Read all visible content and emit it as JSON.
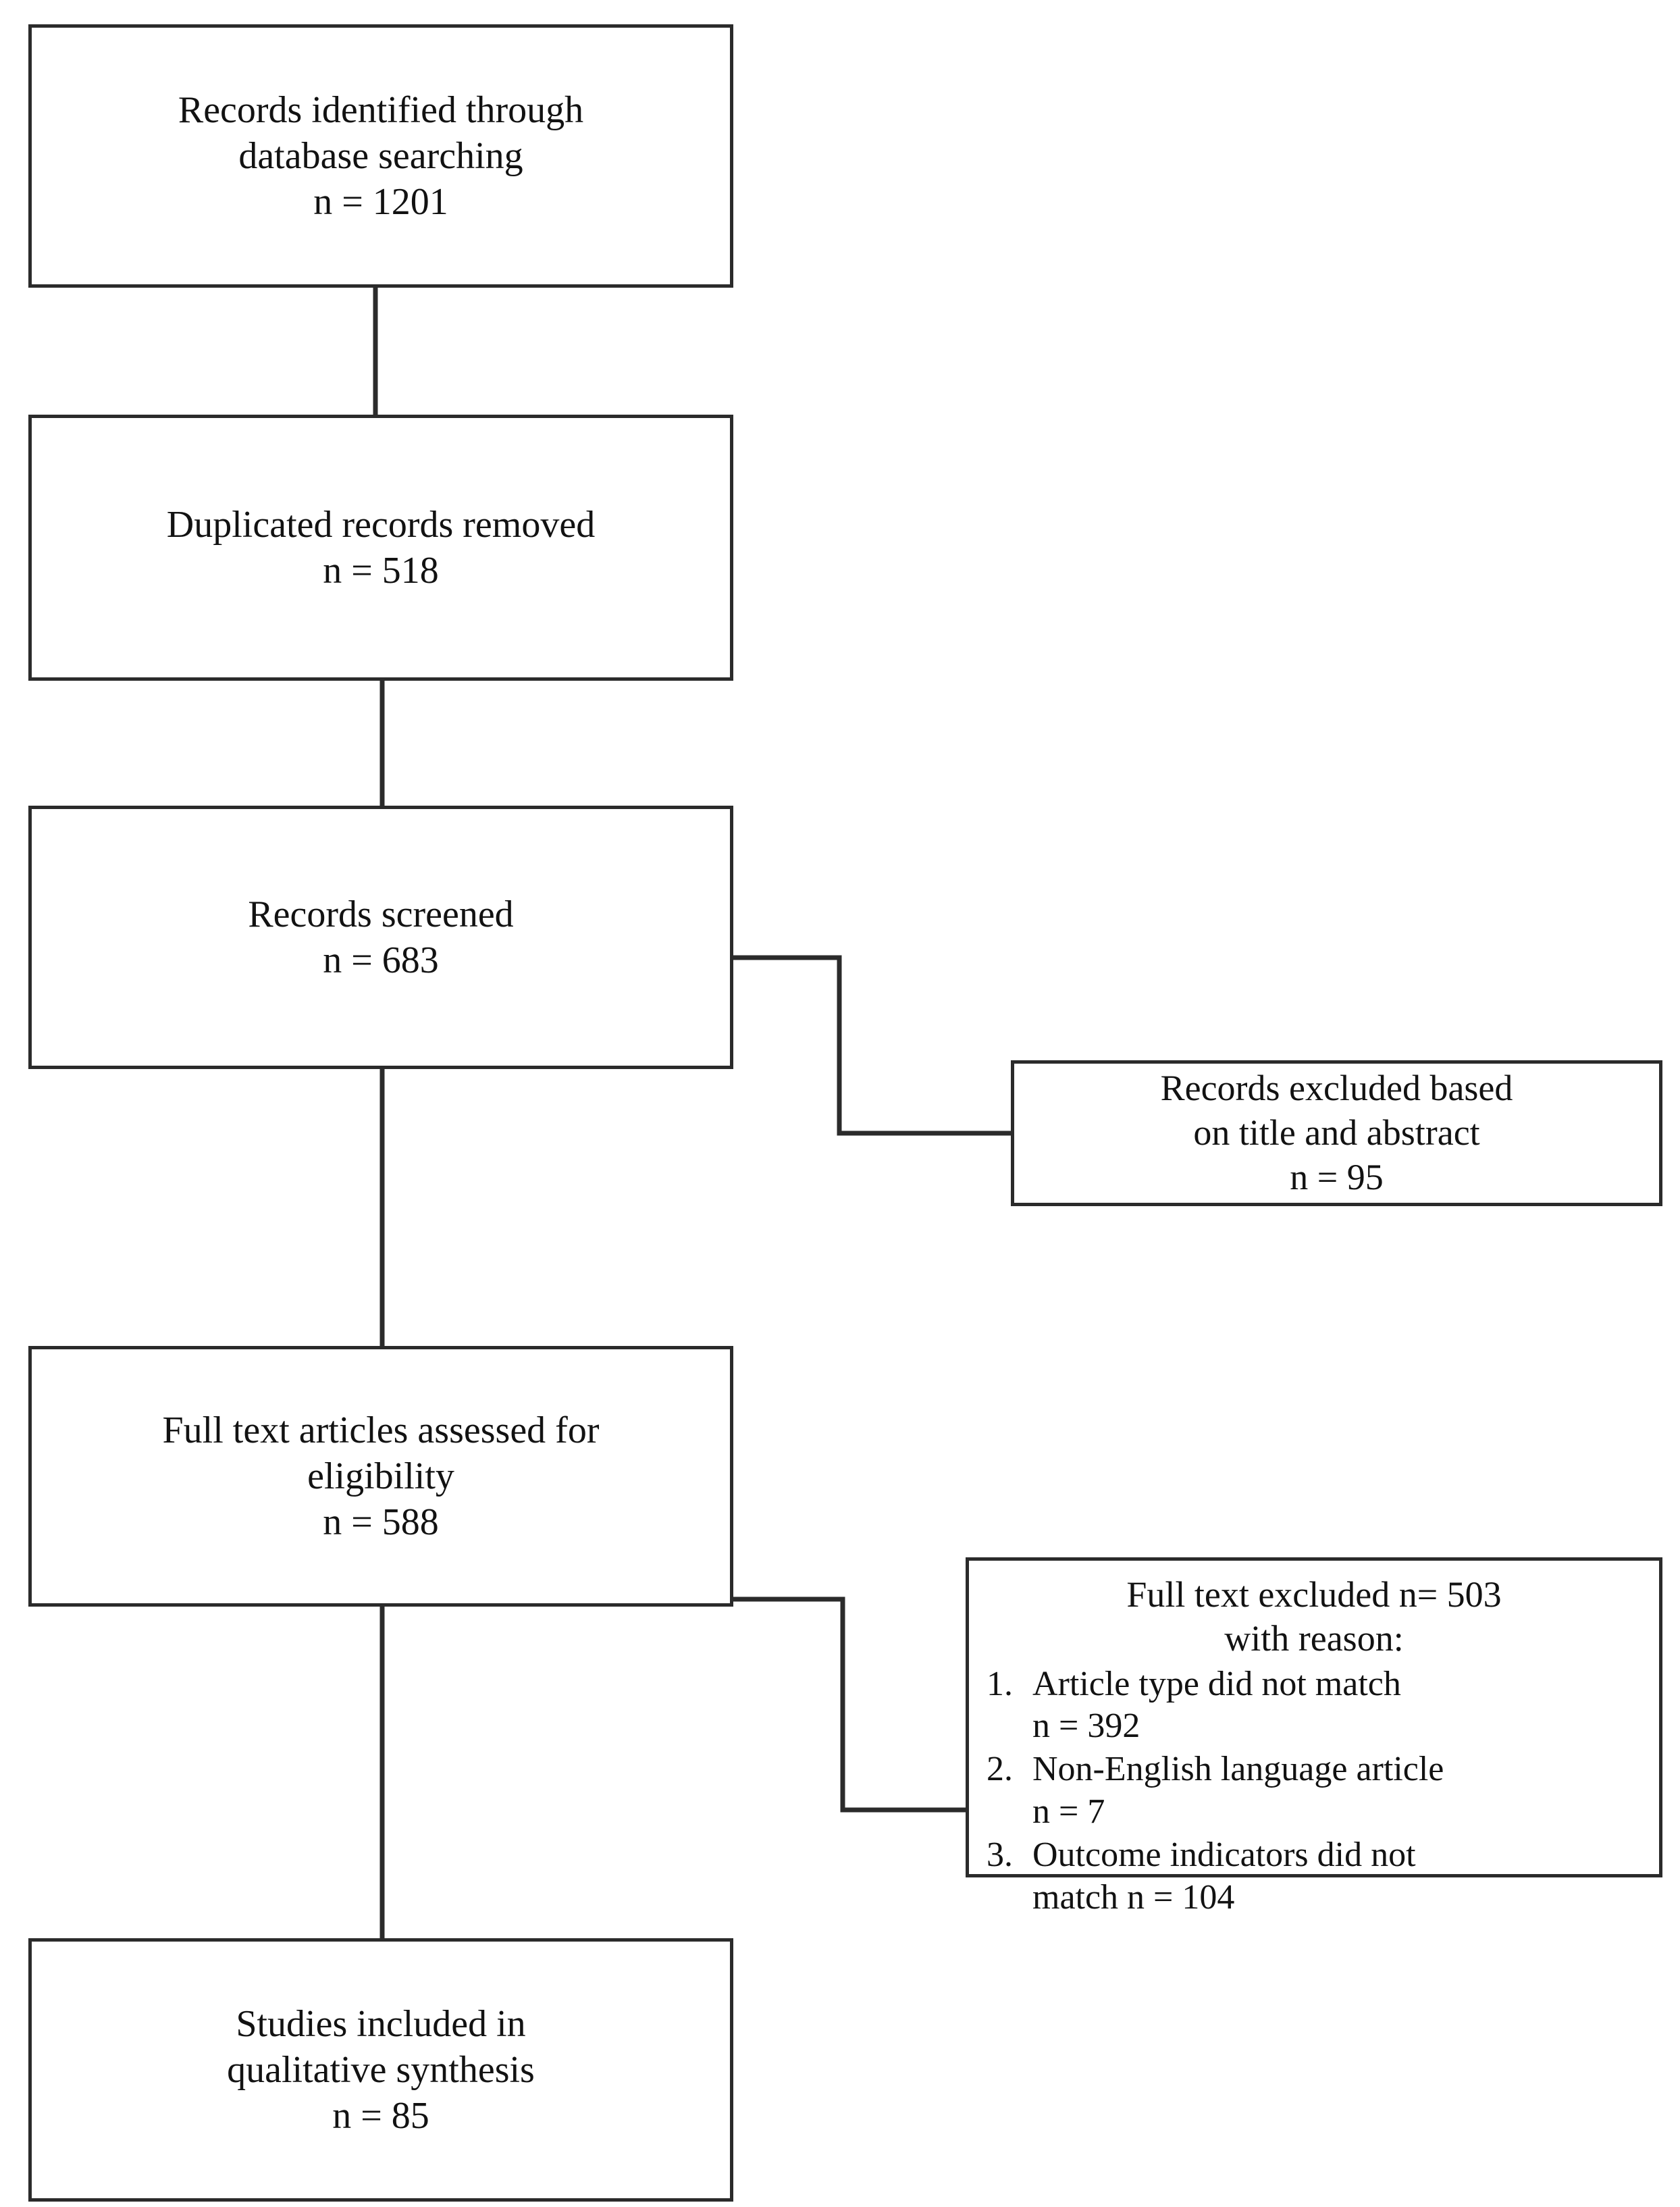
{
  "diagram": {
    "type": "prisma-flow-diagram",
    "stroke_color": "#2b2b2b",
    "text_color": "#121212",
    "background": "#ffffff"
  },
  "nodes": {
    "identified": {
      "line1": "Records identified through",
      "line2": "database searching",
      "count": "n = 1201"
    },
    "duplicates": {
      "line1": "Duplicated records removed",
      "count": "n = 518"
    },
    "screened": {
      "line1": "Records screened",
      "count": "n = 683"
    },
    "excluded_title_abstract": {
      "line1": "Records excluded based",
      "line2": "on title and abstract",
      "count": "n = 95"
    },
    "fulltext_assessed": {
      "line1": "Full text articles assessed for",
      "line2": "eligibility",
      "count": "n = 588"
    },
    "fulltext_excluded": {
      "heading1": "Full text excluded n= 503",
      "heading2": "with reason:",
      "reasons": [
        {
          "num": "1.",
          "text": "Article type did not match",
          "count": "n = 392"
        },
        {
          "num": "2.",
          "text": "Non-English language article",
          "count": "n = 7"
        },
        {
          "num": "3.",
          "text": "Outcome indicators did not",
          "count": "match n = 104"
        }
      ]
    },
    "included": {
      "line1": "Studies included in",
      "line2": "qualitative synthesis",
      "count": "n = 85"
    }
  }
}
